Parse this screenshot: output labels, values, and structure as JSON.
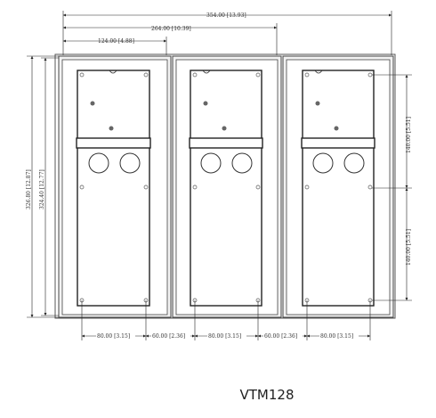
{
  "dimensions": {
    "overall_width": "354.00 [13.93]",
    "two_module_width": "264.00 [10.39]",
    "one_module_width": "124.00 [4.88]",
    "outer_height": "326.80 [12.87]",
    "inner_height": "324.40 [12.77]",
    "upper_spacing": "140.00 [5.51]",
    "lower_spacing": "140.00 [5.51]",
    "hole_spacing_1": "80.00 [3.15]",
    "gap_spacing_1": "60.00 [2.36]",
    "hole_spacing_2": "80.00 [3.15]",
    "gap_spacing_2": "60.00 [2.36]",
    "hole_spacing_3": "80.00 [3.15]"
  },
  "model_label": "VTM128"
}
